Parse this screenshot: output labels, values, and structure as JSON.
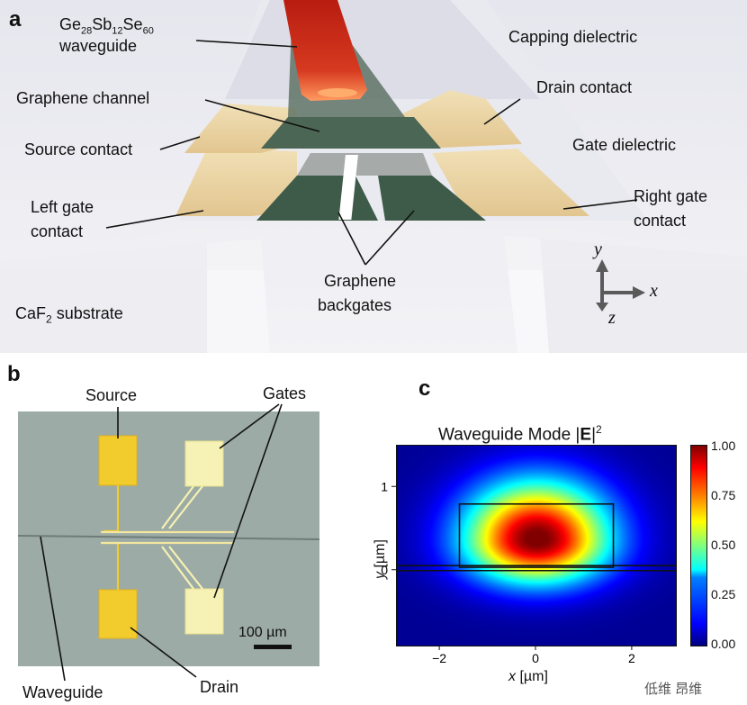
{
  "panel_a": {
    "letter": "a",
    "labels": {
      "waveguide_line1": "Ge",
      "waveguide_sub1": "28",
      "waveguide_sb": "Sb",
      "waveguide_sub2": "12",
      "waveguide_se": "Se",
      "waveguide_sub3": "60",
      "waveguide_line2": "waveguide",
      "capping": "Capping dielectric",
      "graphene_channel": "Graphene channel",
      "drain_contact": "Drain contact",
      "source_contact": "Source contact",
      "gate_dielectric": "Gate dielectric",
      "left_gate_1": "Left gate",
      "left_gate_2": "contact",
      "right_gate_1": "Right gate",
      "right_gate_2": "contact",
      "backgates_1": "Graphene",
      "backgates_2": "backgates",
      "substrate_pre": "CaF",
      "substrate_sub": "2",
      "substrate_post": " substrate",
      "axis_y": "y",
      "axis_x": "x",
      "axis_z": "z"
    },
    "colors": {
      "waveguide": "#d4301c",
      "contact": "#e9d3a4",
      "graphene": "#3e5a48",
      "dielectric": "#e6e7ef",
      "axis": "#5a5a5a"
    }
  },
  "panel_b": {
    "letter": "b",
    "labels": {
      "source": "Source",
      "gates": "Gates",
      "waveguide": "Waveguide",
      "drain": "Drain",
      "scalebar": "100 µm"
    },
    "colors": {
      "background": "#9aa9a3",
      "pad_gold": "#f2cc2c",
      "pad_light": "#f6f0b0"
    }
  },
  "panel_c": {
    "letter": "c",
    "watermark": "低维 昂维"
  },
  "chart_data": {
    "type": "heatmap",
    "title_pre": "Waveguide Mode |",
    "title_bold": "E",
    "title_post": "|",
    "title_sup": "2",
    "xlabel_var": "x",
    "xlabel_unit": " [µm]",
    "ylabel_var": "y",
    "ylabel_unit": " [µm]",
    "xlim": [
      -2.9,
      2.9
    ],
    "ylim": [
      -0.9,
      1.5
    ],
    "x_ticks": [
      -2,
      0,
      2
    ],
    "y_ticks": [
      0,
      1
    ],
    "colorbar_ticks": [
      "1.00",
      "0.75",
      "0.50",
      "0.25",
      "0.00"
    ],
    "colorbar_range": [
      0,
      1
    ],
    "colormap": "jet",
    "waveguide_core": {
      "x": [
        -1.6,
        1.6
      ],
      "y": [
        0.04,
        0.8
      ]
    },
    "film_layers_y": [
      0.06,
      0.0
    ],
    "peak": {
      "x": 0.0,
      "y": 0.38,
      "value": 1.0
    }
  }
}
